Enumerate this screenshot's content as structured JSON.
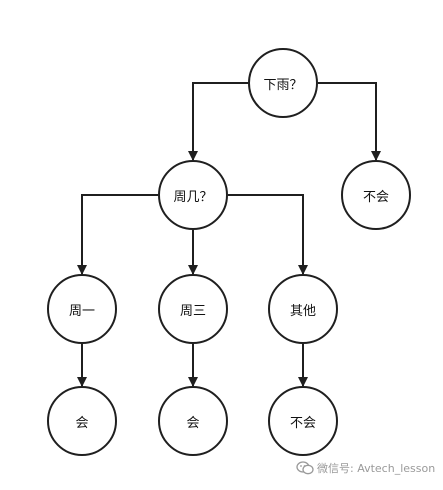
{
  "diagram": {
    "nodes": [
      {
        "id": "rain",
        "label": "下雨？"
      },
      {
        "id": "day",
        "label": "周几？"
      },
      {
        "id": "no1",
        "label": "不会"
      },
      {
        "id": "mon",
        "label": "周一"
      },
      {
        "id": "wed",
        "label": "周三"
      },
      {
        "id": "other",
        "label": "其他"
      },
      {
        "id": "yes1",
        "label": "会"
      },
      {
        "id": "yes2",
        "label": "会"
      },
      {
        "id": "no2",
        "label": "不会"
      }
    ],
    "edges": [
      {
        "from": "rain",
        "to": "day"
      },
      {
        "from": "rain",
        "to": "no1"
      },
      {
        "from": "day",
        "to": "mon"
      },
      {
        "from": "day",
        "to": "wed"
      },
      {
        "from": "day",
        "to": "other"
      },
      {
        "from": "mon",
        "to": "yes1"
      },
      {
        "from": "wed",
        "to": "yes2"
      },
      {
        "from": "other",
        "to": "no2"
      }
    ],
    "line_color": "#1f1f1f"
  },
  "watermark": {
    "text": "微信号: Avtech_lesson",
    "icon": "wechat-icon"
  }
}
